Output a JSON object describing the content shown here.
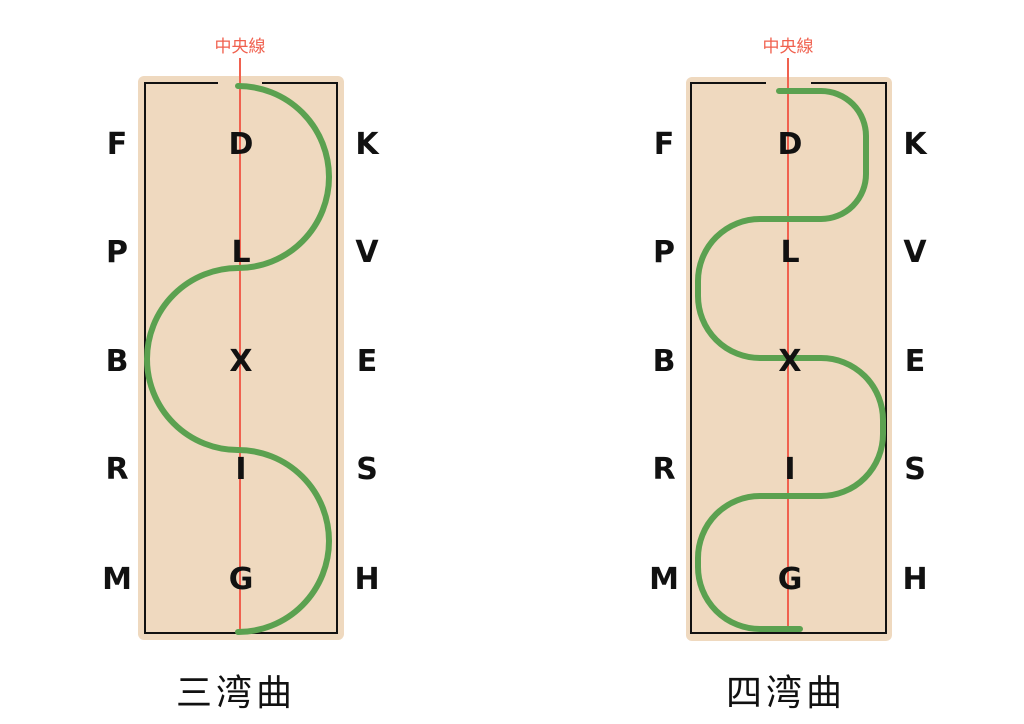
{
  "colors": {
    "arena_fill": "#efd9bf",
    "arena_border": "#111111",
    "centerline": "#f0614f",
    "path": "#5ba150",
    "text": "#111111"
  },
  "diagrams": [
    {
      "centerline_label": "中央線",
      "caption": "三湾曲",
      "left_letters": [
        "F",
        "P",
        "B",
        "R",
        "M"
      ],
      "center_letters": [
        "D",
        "L",
        "X",
        "I",
        "G"
      ],
      "right_letters": [
        "K",
        "V",
        "E",
        "S",
        "H"
      ]
    },
    {
      "centerline_label": "中央線",
      "caption": "四湾曲",
      "left_letters": [
        "F",
        "P",
        "B",
        "R",
        "M"
      ],
      "center_letters": [
        "D",
        "L",
        "X",
        "I",
        "G"
      ],
      "right_letters": [
        "K",
        "V",
        "E",
        "S",
        "H"
      ]
    }
  ]
}
